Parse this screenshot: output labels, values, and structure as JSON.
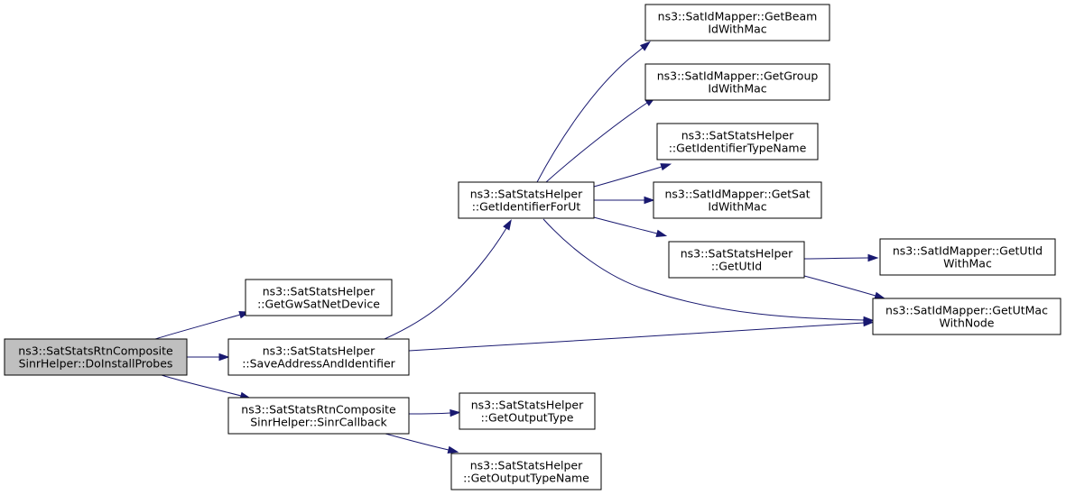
{
  "graph": {
    "colors": {
      "edge": "#191970",
      "root_fill": "#bfbfbf",
      "node_fill": "#ffffff",
      "node_border": "#000000"
    },
    "nodes": [
      {
        "id": "root",
        "root": true,
        "lines": [
          "ns3::SatStatsRtnComposite",
          "SinrHelper::DoInstallProbes"
        ]
      },
      {
        "id": "getGwSatNetDevice",
        "lines": [
          "ns3::SatStatsHelper",
          "::GetGwSatNetDevice"
        ]
      },
      {
        "id": "saveAddressAndIdentifier",
        "lines": [
          "ns3::SatStatsHelper",
          "::SaveAddressAndIdentifier"
        ]
      },
      {
        "id": "sinrCallback",
        "lines": [
          "ns3::SatStatsRtnComposite",
          "SinrHelper::SinrCallback"
        ]
      },
      {
        "id": "getIdentifierForUt",
        "lines": [
          "ns3::SatStatsHelper",
          "::GetIdentifierForUt"
        ]
      },
      {
        "id": "getOutputType",
        "lines": [
          "ns3::SatStatsHelper",
          "::GetOutputType"
        ]
      },
      {
        "id": "getOutputTypeName",
        "lines": [
          "ns3::SatStatsHelper",
          "::GetOutputTypeName"
        ]
      },
      {
        "id": "getBeamIdWithMac",
        "lines": [
          "ns3::SatIdMapper::GetBeam",
          "IdWithMac"
        ]
      },
      {
        "id": "getGroupIdWithMac",
        "lines": [
          "ns3::SatIdMapper::GetGroup",
          "IdWithMac"
        ]
      },
      {
        "id": "getIdentifierTypeName",
        "lines": [
          "ns3::SatStatsHelper",
          "::GetIdentifierTypeName"
        ]
      },
      {
        "id": "getSatIdWithMac",
        "lines": [
          "ns3::SatIdMapper::GetSat",
          "IdWithMac"
        ]
      },
      {
        "id": "getUtId",
        "lines": [
          "ns3::SatStatsHelper",
          "::GetUtId"
        ]
      },
      {
        "id": "getUtIdWithMac",
        "lines": [
          "ns3::SatIdMapper::GetUtId",
          "WithMac"
        ]
      },
      {
        "id": "getUtMacWithNode",
        "lines": [
          "ns3::SatIdMapper::GetUtMac",
          "WithNode"
        ]
      }
    ],
    "edges": [
      {
        "from": "root",
        "to": "getGwSatNetDevice"
      },
      {
        "from": "root",
        "to": "saveAddressAndIdentifier"
      },
      {
        "from": "root",
        "to": "sinrCallback"
      },
      {
        "from": "saveAddressAndIdentifier",
        "to": "getIdentifierForUt"
      },
      {
        "from": "saveAddressAndIdentifier",
        "to": "getUtMacWithNode"
      },
      {
        "from": "sinrCallback",
        "to": "getOutputType"
      },
      {
        "from": "sinrCallback",
        "to": "getOutputTypeName"
      },
      {
        "from": "getIdentifierForUt",
        "to": "getBeamIdWithMac"
      },
      {
        "from": "getIdentifierForUt",
        "to": "getGroupIdWithMac"
      },
      {
        "from": "getIdentifierForUt",
        "to": "getIdentifierTypeName"
      },
      {
        "from": "getIdentifierForUt",
        "to": "getSatIdWithMac"
      },
      {
        "from": "getIdentifierForUt",
        "to": "getUtId"
      },
      {
        "from": "getIdentifierForUt",
        "to": "getUtMacWithNode"
      },
      {
        "from": "getUtId",
        "to": "getUtIdWithMac"
      },
      {
        "from": "getUtId",
        "to": "getUtMacWithNode"
      }
    ]
  }
}
